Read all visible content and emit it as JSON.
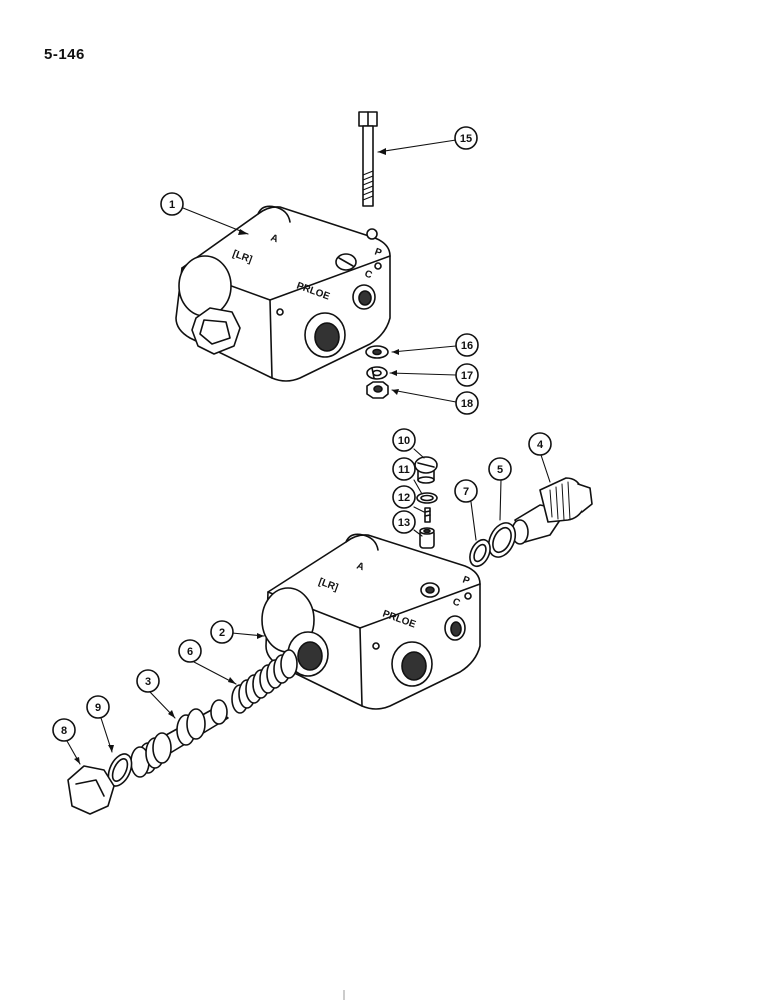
{
  "page_number": "5-146",
  "body_markings": {
    "upper": {
      "a_mark": "A",
      "brand": "PRLOE",
      "c_mark": "C",
      "lr_mark": "[LR]",
      "p_mark": "P"
    },
    "lower": {
      "a_mark": "A",
      "brand": "PRLOE",
      "c_mark": "C",
      "lr_mark": "[LR]",
      "p_mark": "P"
    }
  },
  "callouts": [
    {
      "id": "1",
      "label": "1"
    },
    {
      "id": "2",
      "label": "2"
    },
    {
      "id": "3",
      "label": "3"
    },
    {
      "id": "4",
      "label": "4"
    },
    {
      "id": "5",
      "label": "5"
    },
    {
      "id": "6",
      "label": "6"
    },
    {
      "id": "7",
      "label": "7"
    },
    {
      "id": "8",
      "label": "8"
    },
    {
      "id": "9",
      "label": "9"
    },
    {
      "id": "10",
      "label": "10"
    },
    {
      "id": "11",
      "label": "11"
    },
    {
      "id": "12",
      "label": "12"
    },
    {
      "id": "13",
      "label": "13"
    },
    {
      "id": "15",
      "label": "15"
    },
    {
      "id": "16",
      "label": "16"
    },
    {
      "id": "17",
      "label": "17"
    },
    {
      "id": "18",
      "label": "18"
    }
  ]
}
